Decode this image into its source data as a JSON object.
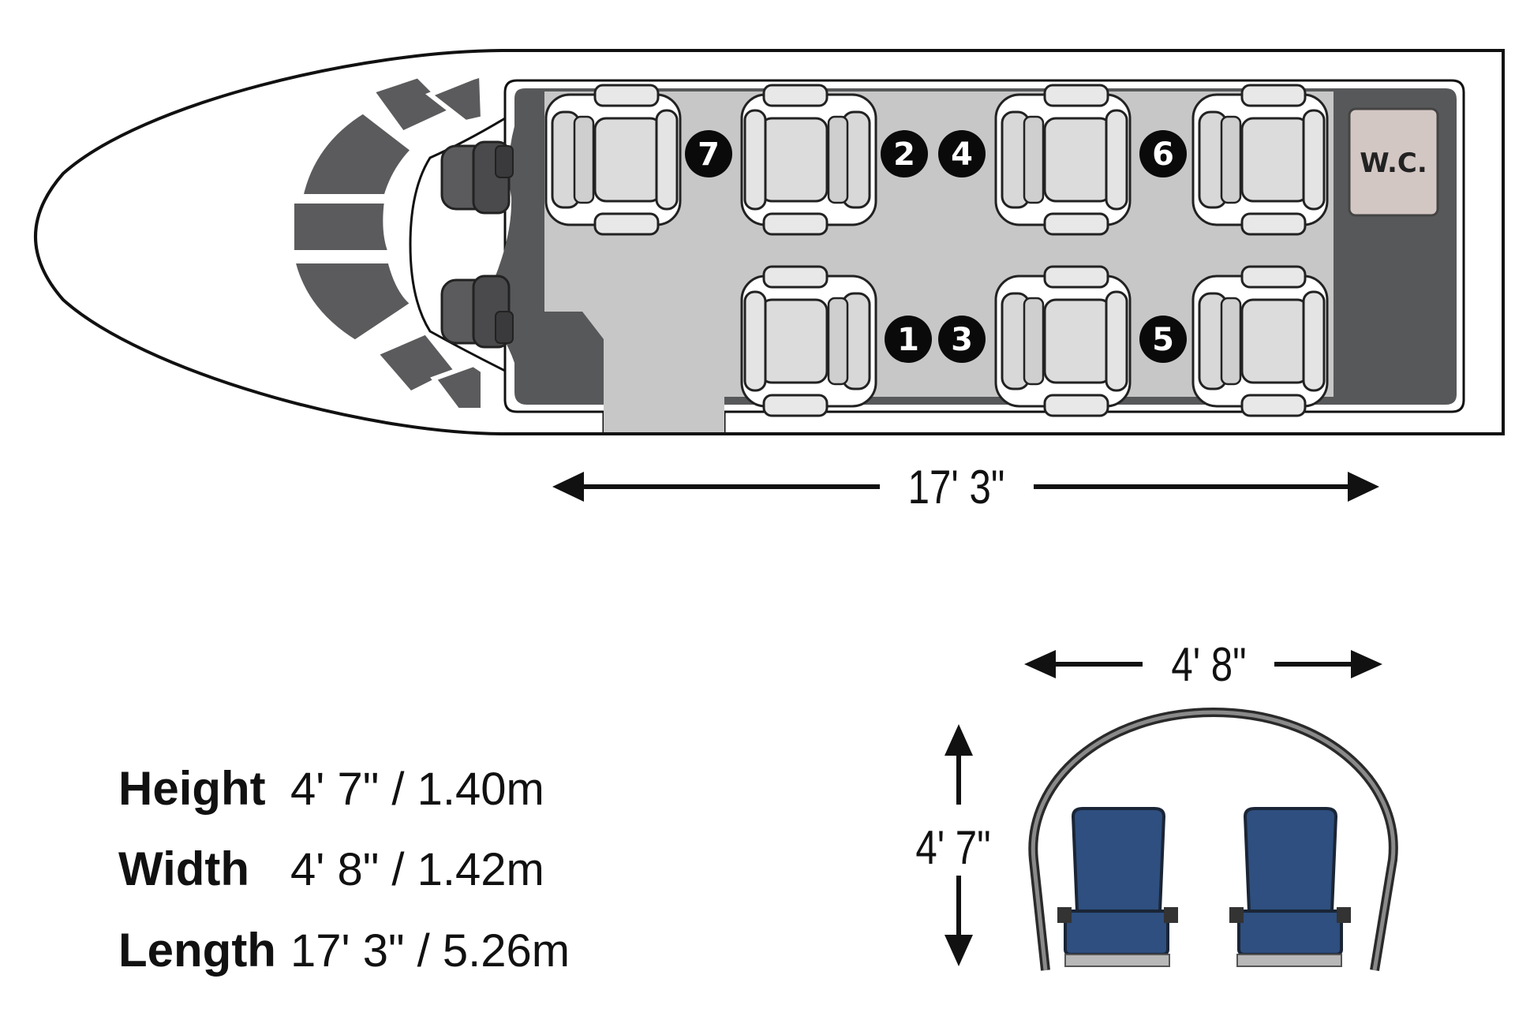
{
  "cabin_length_label": "17' 3\"",
  "cabin_width_label": "4' 8\"",
  "cabin_height_label": "4' 7\"",
  "wc_label": "W.C.",
  "seats": [
    "7",
    "2",
    "4",
    "6",
    "1",
    "3",
    "5"
  ],
  "specs": [
    {
      "label": "Height",
      "value": "4' 7\" / 1.40m"
    },
    {
      "label": "Width",
      "value": "4' 8\" / 1.42m"
    },
    {
      "label": "Length",
      "value": "17' 3\" / 5.26m"
    }
  ],
  "colors": {
    "cockpit": "#5b5b5d",
    "cabin_dark": "#57585a",
    "cabin_floor": "#c7c7c7",
    "seat_fill": "#e0e0e0",
    "wc_fill": "#d3c7c4",
    "section_seat": "#2e4f7f",
    "number_badge": "#0a0a0a"
  }
}
